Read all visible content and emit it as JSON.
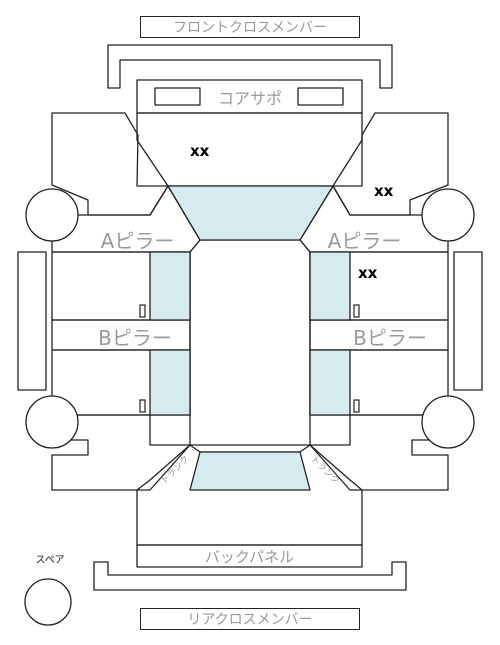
{
  "labels": {
    "front_cross_member": "フロントクロスメンバー",
    "core_support": "コアサポ",
    "a_pillar_left": "Aピラー",
    "a_pillar_right": "Aピラー",
    "b_pillar_left": "Bピラー",
    "b_pillar_right": "Bピラー",
    "back_panel": "バックパネル",
    "rear_cross_member": "リアクロスメンバー",
    "spare": "スペア",
    "trunk_left": "トランク",
    "trunk_right": "トランク"
  },
  "marks": {
    "hood": "xx",
    "right_front_fender": "xx",
    "right_front_door": "xx"
  },
  "colors": {
    "glass": "#d6ebf0",
    "line": "#222222",
    "label_text": "#9a9a9a"
  }
}
